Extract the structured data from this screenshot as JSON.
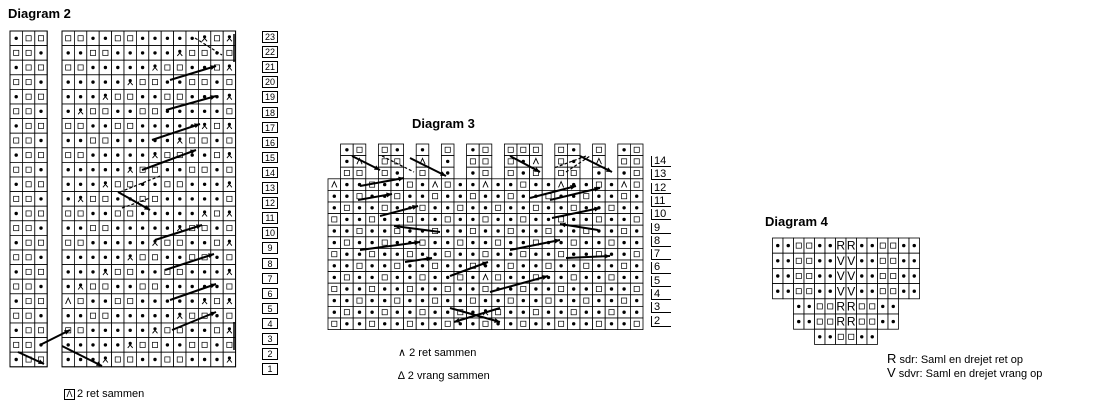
{
  "diagram2": {
    "title": "Diagram 2",
    "row_numbers": [
      "23",
      "22",
      "21",
      "20",
      "19",
      "18",
      "17",
      "16",
      "15",
      "14",
      "13",
      "12",
      "11",
      "10",
      "9",
      "8",
      "7",
      "6",
      "5",
      "4",
      "3",
      "2",
      "1"
    ],
    "legend_symbol": "Λ",
    "legend_text": "2 ret sammen"
  },
  "diagram3": {
    "title": "Diagram 3",
    "row_numbers": [
      "14",
      "13",
      "12",
      "11",
      "10",
      "9",
      "8",
      "7",
      "6",
      "5",
      "4",
      "3",
      "2"
    ],
    "legend": [
      {
        "symbol": "∧",
        "text": "2 ret sammen"
      },
      {
        "symbol": "∆",
        "text": "2 vrang sammen"
      }
    ]
  },
  "diagram4": {
    "title": "Diagram 4",
    "rows": [
      "••□□••RR••□□••",
      "••□□••VV••□□••",
      "••□□••VV••□□••",
      "••□□••VV••□□••",
      "••□□RR□□••",
      "••□□RR□□••",
      "••□□••"
    ],
    "legend": [
      {
        "symbol": "R",
        "text": "sdr: Saml en drejet ret op"
      },
      {
        "symbol": "V",
        "text": "sdvr: Saml en drejet vrang op"
      }
    ]
  }
}
